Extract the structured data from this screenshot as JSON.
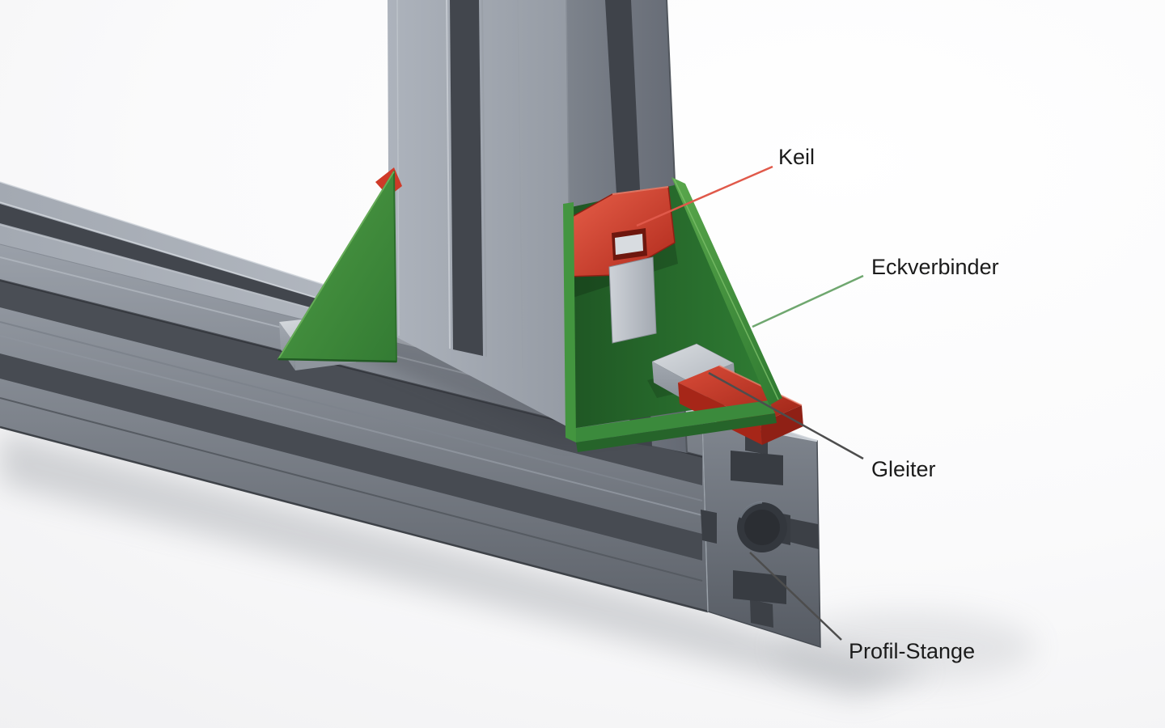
{
  "diagram": {
    "labels": {
      "keil": "Keil",
      "eckverbinder": "Eckverbinder",
      "gleiter": "Gleiter",
      "profil_stange": "Profil-Stange"
    },
    "colors": {
      "keil_red": "#cf3a28",
      "eckverbinder_green": "#3d8c3b",
      "gleiter_gray": "#c3c8cf",
      "profile_gray": "#8f959f",
      "leader_red": "#e0594a",
      "leader_green": "#6fa76f",
      "leader_dark": "#4d4d4d",
      "label_text": "#1b1b1b"
    }
  }
}
